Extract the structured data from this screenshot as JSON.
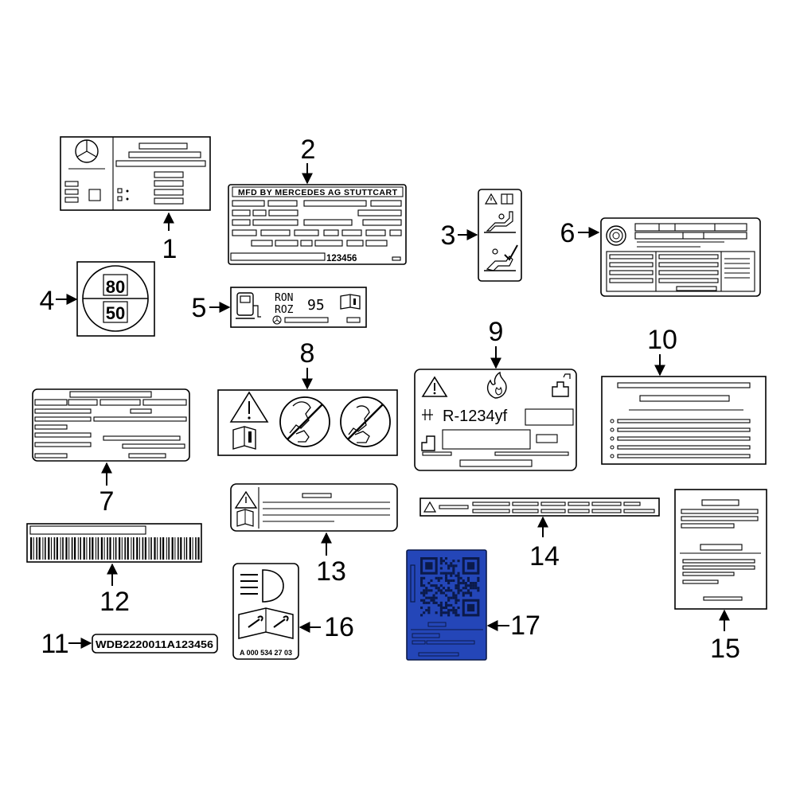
{
  "callouts": [
    "1",
    "2",
    "3",
    "4",
    "5",
    "6",
    "7",
    "8",
    "9",
    "10",
    "11",
    "12",
    "13",
    "14",
    "15",
    "16",
    "17"
  ],
  "label_2": {
    "header": "MFD BY MERCEDES AG STUTTCART",
    "number": "123456"
  },
  "label_4": {
    "top_value": "80",
    "bottom_value": "50"
  },
  "label_5": {
    "line1_key": "RON",
    "line2_key": "ROZ",
    "octane": "95"
  },
  "label_9": {
    "refrigerant": "R-1234yf"
  },
  "label_11": {
    "vin": "WDB2220011A123456"
  },
  "label_16": {
    "part_number": "A 000 534 27 03"
  },
  "colors": {
    "line": "#000000",
    "label_17_fill": "#2446b8",
    "label_17_dark": "#0b1a4a"
  },
  "icons": [
    "mercedes-star-icon",
    "warning-triangle-icon",
    "manual-book-icon",
    "fuel-pump-icon",
    "flame-icon",
    "tire-icon",
    "no-touch-icon",
    "headlight-icon",
    "wrench-book-icon",
    "qr-code-icon"
  ]
}
